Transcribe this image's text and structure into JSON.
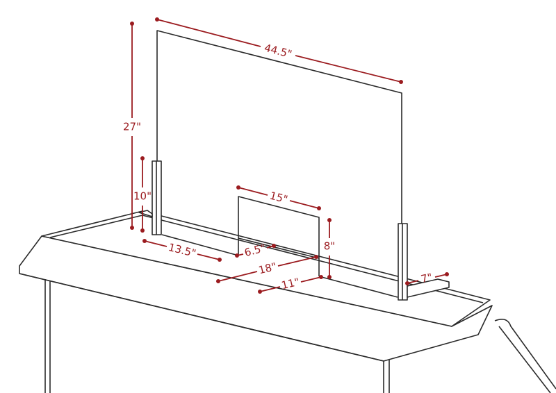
{
  "dimension_color": "#9b1b1f",
  "dimensions": {
    "panel_width": "44.5\"",
    "panel_height": "27\"",
    "bracket_height": "10\"",
    "window_width": "15\"",
    "window_height": "8\"",
    "window_offset": "13.5\"",
    "window_depth": "6.5\"",
    "desk_depth": "18\"",
    "front_offset": "11\"",
    "foot_depth": "7\""
  }
}
